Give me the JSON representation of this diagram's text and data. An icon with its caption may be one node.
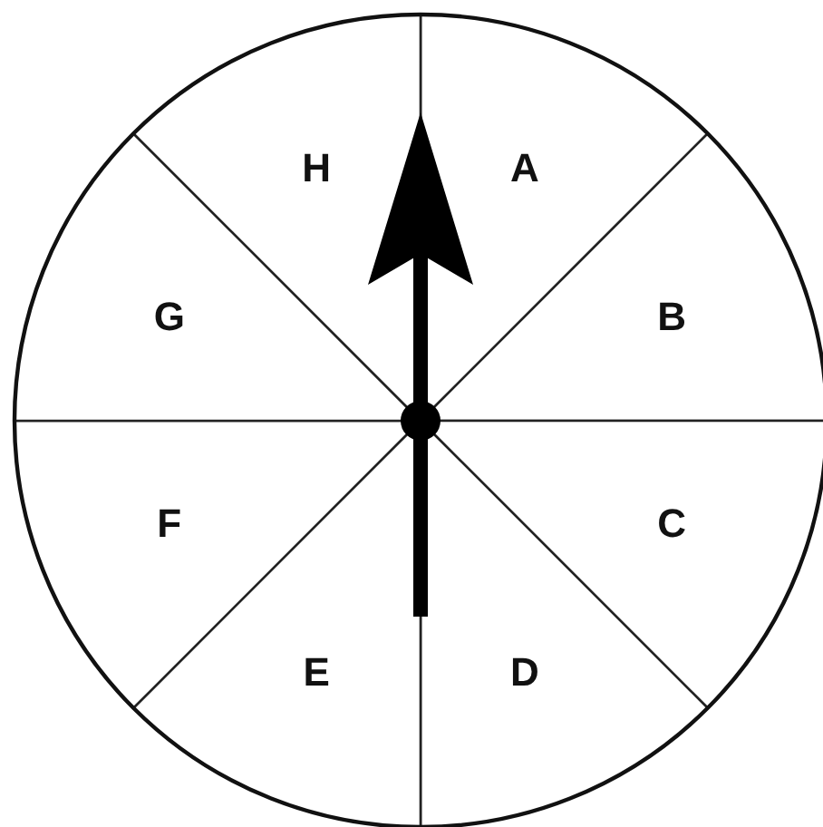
{
  "diagram": {
    "nodes": [
      {
        "text": [
          "A"
        ]
      },
      {
        "text": [
          "B"
        ]
      },
      {
        "text": [
          "C"
        ]
      },
      {
        "text": [
          "D"
        ]
      },
      {
        "text": [
          "E"
        ]
      },
      {
        "text": [
          "F"
        ]
      },
      {
        "text": [
          "G"
        ]
      },
      {
        "text": [
          "H"
        ]
      }
    ]
  }
}
